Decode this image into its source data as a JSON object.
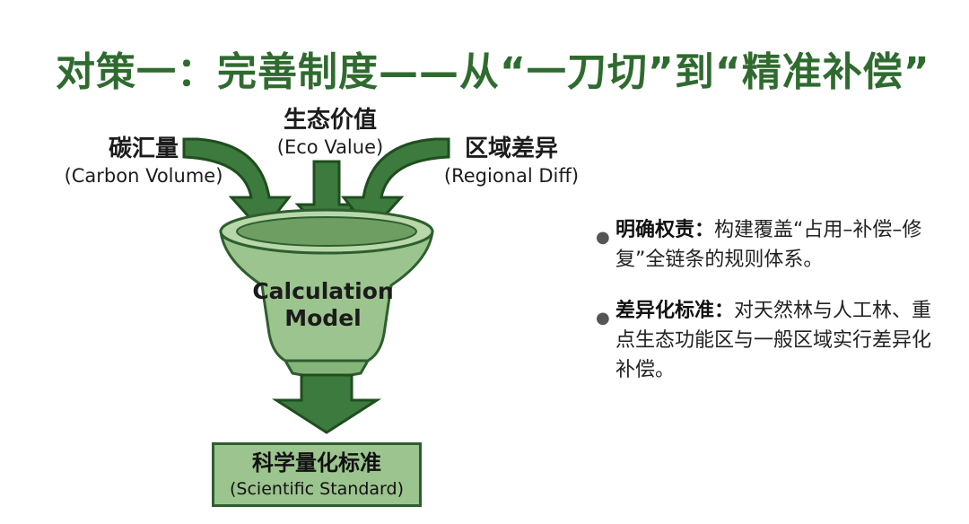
{
  "title": "对策一：完善制度——从“一刀切”到“精准补偿”",
  "inputs": {
    "carbon": {
      "zh": "碳汇量",
      "en": "(Carbon Volume)"
    },
    "eco": {
      "zh": "生态价值",
      "en": "(Eco Value)"
    },
    "region": {
      "zh": "区域差异",
      "en": "(Regional Diff)"
    }
  },
  "funnel": {
    "line1": "Calculation",
    "line2": "Model"
  },
  "output": {
    "zh": "科学量化标准",
    "en": "(Scientific Standard)"
  },
  "bullets": [
    {
      "head": "明确权责：",
      "text": "构建覆盖“占用–补偿–修复”全链条的规则体系。"
    },
    {
      "head": "差异化标准：",
      "text": "对天然林与人工林、重点生态功能区与一般区域实行差异化补偿。"
    }
  ],
  "colors": {
    "title": "#2f6b2f",
    "arrow": "#3d7a3d",
    "funnel": "#9cc48e",
    "funnel_dark": "#2e5e2e"
  }
}
